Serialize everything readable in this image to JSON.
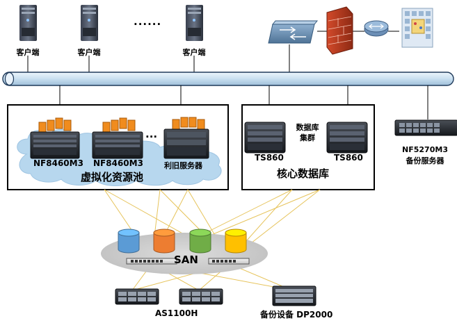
{
  "clients": [
    {
      "label": "客户端"
    },
    {
      "label": "客户端"
    },
    {
      "label": "客户端"
    }
  ],
  "client_ellipsis": "......",
  "virtualization_pool": {
    "title": "虚拟化资源池",
    "servers": [
      {
        "label": "NF8460M3"
      },
      {
        "label": "NF8460M3"
      },
      {
        "label": "利旧服务器"
      }
    ],
    "ellipsis": "..."
  },
  "core_database": {
    "title": "核心数据库",
    "cluster_label": [
      "数据库",
      "集群"
    ],
    "servers": [
      {
        "label": "TS860"
      },
      {
        "label": "TS860"
      }
    ]
  },
  "backup_server": {
    "lines": [
      "NF5270M3",
      "备份服务器"
    ]
  },
  "san": {
    "label": "SAN",
    "disk_colors": [
      "#5b9bd5",
      "#ed7d31",
      "#70ad47",
      "#ffc000"
    ]
  },
  "storage": [
    {
      "label": "AS1100H"
    },
    {
      "label": "备份设备 DP2000"
    }
  ],
  "colors": {
    "backbone": "#c9dff0",
    "backbone_edge": "#1f3a5a",
    "cloud": "#b7d7ee",
    "san_link": "#e6c35a",
    "box_border": "#000000"
  }
}
